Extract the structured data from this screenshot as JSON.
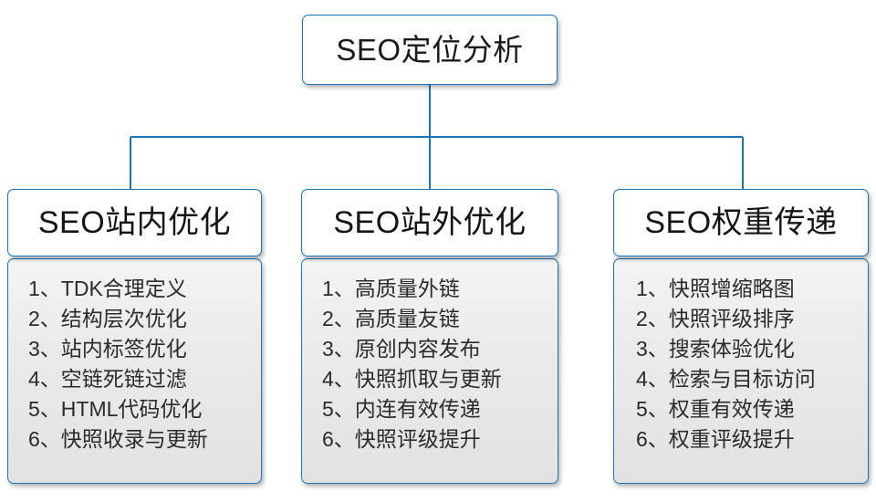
{
  "colors": {
    "border": "#1874bd",
    "header_fill": "#ffffff",
    "body_fill": "#e9e9e9",
    "text": "#1a1a1a",
    "connector": "#1874bd"
  },
  "root": {
    "title": "SEO定位分析"
  },
  "columns": [
    {
      "header": "SEO站内优化",
      "items": [
        "1、TDK合理定义",
        "2、结构层次优化",
        "3、站内标签优化",
        "4、空链死链过滤",
        "5、HTML代码优化",
        "6、快照收录与更新"
      ]
    },
    {
      "header": "SEO站外优化",
      "items": [
        "1、高质量外链",
        "2、高质量友链",
        "3、原创内容发布",
        "4、快照抓取与更新",
        "5、内连有效传递",
        "6、快照评级提升"
      ]
    },
    {
      "header": "SEO权重传递",
      "items": [
        "1、快照增缩略图",
        "2、快照评级排序",
        "3、搜索体验优化",
        "4、检索与目标访问",
        "5、权重有效传递",
        "6、权重评级提升"
      ]
    }
  ]
}
